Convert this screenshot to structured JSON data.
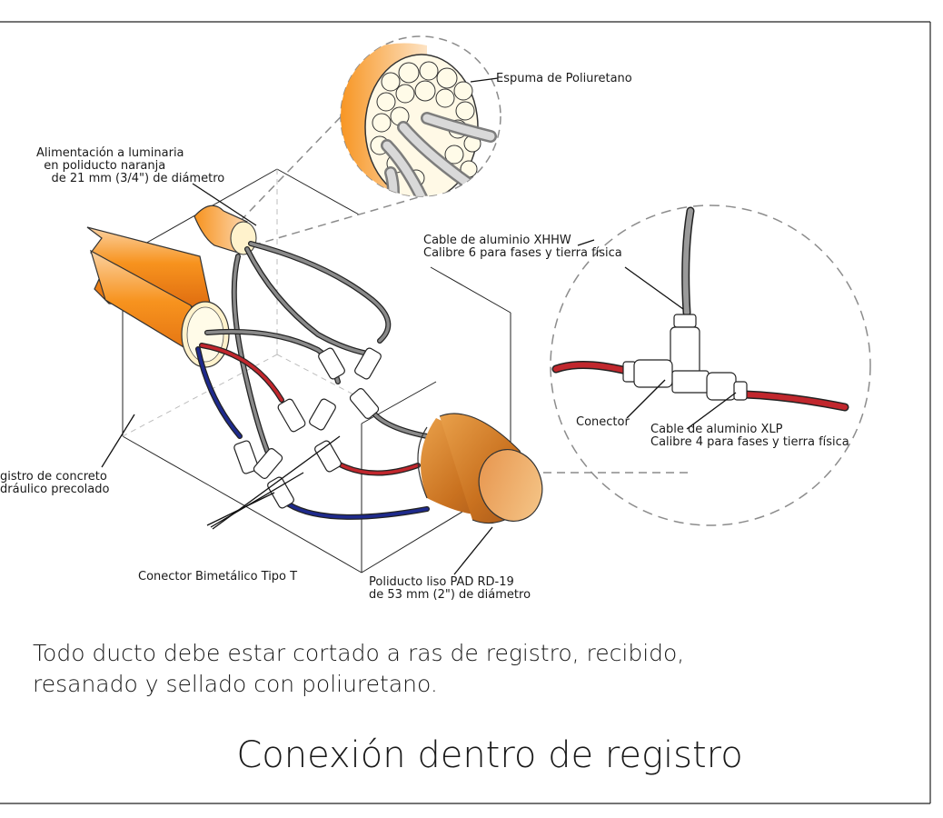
{
  "labels": {
    "espuma": "Espuma de Poliuretano",
    "alimentacion": "Alimentación a luminaria\n  en poliducto naranja\n    de 21 mm (3/4\") de diámetro",
    "cable_xhhw": "Cable de aluminio XHHW\nCalibre 6 para fases y tierra física",
    "conector": "Conector",
    "cable_xlp": "Cable de aluminio XLP\nCalibre 4 para fases y tierra física",
    "registro": "gistro de concreto\ndráulico precolado",
    "conector_bimetalico": "Conector Bimetálico Tipo T",
    "poliducto_pad": "Poliducto liso PAD RD-19\nde 53 mm (2\") de diámetro"
  },
  "note": "Todo ducto debe estar cortado a ras de registro, recibido,\nresanado y sellado con poliuretano.",
  "title": "Conexión dentro de registro",
  "colors": {
    "orange_pipe": "#f7931e",
    "red_cable": "#c1272d",
    "blue_cable": "#1e2a8c",
    "gray_cable": "#666666",
    "dashed": "#8c8c8c"
  }
}
